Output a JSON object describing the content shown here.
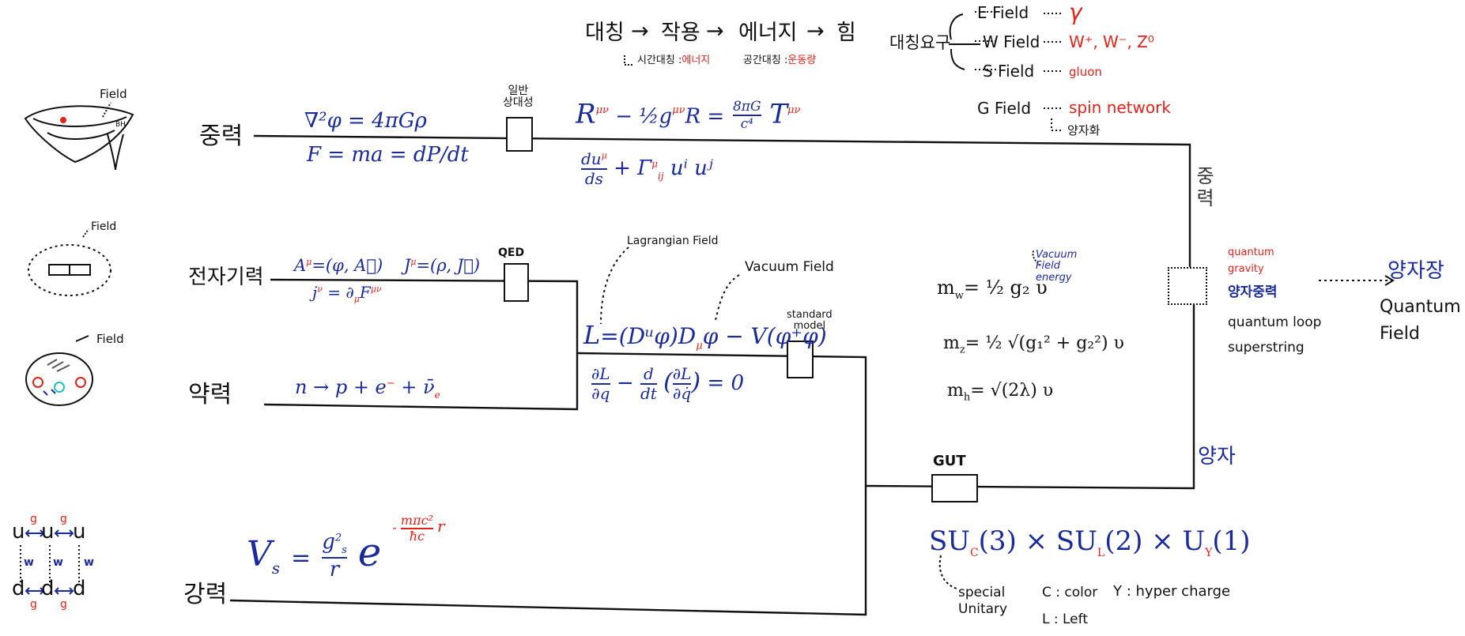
{
  "top_chain": {
    "items": [
      "대칭",
      "작용",
      "에너지",
      "힘"
    ],
    "arrow": "→",
    "note_time": "시간대칭 :",
    "note_time_red": "에너지",
    "note_space": "공간대칭 :",
    "note_space_red": "운동량"
  },
  "symmetry_req": {
    "label": "대칭요구",
    "fields": [
      {
        "name": "E  Field",
        "result": "γ",
        "color": "#e0231c"
      },
      {
        "name": "W  Field",
        "result": "W⁺, W⁻, Z⁰",
        "color": "#e0231c"
      },
      {
        "name": "S  Field",
        "result": "gluon",
        "color": "#e0231c"
      },
      {
        "name": "G  Field",
        "result": "spin network",
        "color": "#e0231c"
      }
    ],
    "quantization_note": "양자화"
  },
  "forces": {
    "gravity": "중력",
    "em": "전자기력",
    "weak": "약력",
    "strong": "강력"
  },
  "sketch_labels": {
    "field1": "Field",
    "bh": "BH",
    "field2": "Field",
    "field3": "Field"
  },
  "quark_diagram": {
    "u": "u",
    "d": "d",
    "g": "g",
    "w": "w"
  },
  "gravity_eqs": {
    "poisson": "∇²φ = 4πGρ",
    "newton": "F = ma = dP/dt",
    "einstein_lhs": "R",
    "einstein_sup": "μν",
    "einstein_mid": " − ½g",
    "einstein_mid_sup": "μν",
    "einstein_R": "R =",
    "einstein_frac_num": "8πG",
    "einstein_frac_den": "c⁴",
    "einstein_T": "T",
    "einstein_T_sup": "μν",
    "geodesic": "du",
    "geodesic_sup": "μ",
    "geodesic_den": "ds",
    "geodesic_rest": "+ Γ",
    "geodesic_rest_sup": "μ",
    "geodesic_rest_sub": "ij",
    "geodesic_tail": "uⁱ uʲ"
  },
  "boxes": {
    "gr": "일반\n상대성",
    "qed": "QED",
    "sm": "standard\nmodel",
    "gut": "GUT"
  },
  "em_eqs": {
    "A": "A",
    "A_sup": "μ",
    "A_rest": "=(φ, A⃗)",
    "J": "J",
    "J_sup": "μ",
    "J_rest": "=(ρ, J⃗)",
    "j": "j",
    "j_sup": "ν",
    "j_rest": " = ∂",
    "j_rest_sub": "μ",
    "j_F": "F",
    "j_F_sup": "μν"
  },
  "weak_eq": {
    "lhs": "n → p + e",
    "e_sup": "−",
    "nu": " + ν̄",
    "nu_sub": "e"
  },
  "strong_eq": {
    "V": "V",
    "V_sub": "s",
    "eq": "=",
    "num": "g",
    "num_sup": "2",
    "num_sub": "s",
    "den": "r",
    "e": "e",
    "exp_num": "mπc²",
    "exp_den": "ħc",
    "exp_r": "r",
    "exp_minus": "-"
  },
  "lagrangian": {
    "note_lagr": "Lagrangian Field",
    "note_vac": "Vacuum Field",
    "L": "L",
    "expr": "=(Dᵘφ)D",
    "expr_sub": "μ",
    "expr_tail": "φ − V(φ⁺φ)",
    "el_lhs_num": "∂L",
    "el_lhs_den": "∂q",
    "el_mid": "−",
    "el_d_num": "d",
    "el_d_den": "dt",
    "el_paren_num": "∂L",
    "el_paren_den": "∂q̇",
    "el_rhs": "= 0"
  },
  "masses": {
    "mw": "m",
    "mw_sub": "w",
    "mw_rhs": "= ½ g₂ υ",
    "vac_note": "Vacuum\nField\nenergy",
    "mz": "m",
    "mz_sub": "z",
    "mz_rhs": "= ½ √(g₁² + g₂²)  υ",
    "mh": "m",
    "mh_sub": "h",
    "mh_rhs": "= √(2λ) υ"
  },
  "gut": {
    "su3": "SU",
    "su3_sub": "C",
    "su3_rest": "(3) × SU",
    "su2_sub": "L",
    "su2_rest": "(2) × U",
    "u1_sub": "Y",
    "u1_rest": "(1)",
    "note_special": "special\nUnitary",
    "note_c": "C : color",
    "note_y": "Y : hyper charge",
    "note_l": "L : Left"
  },
  "right_side": {
    "gravity_vertical": "중력",
    "quantum_vertical": "양자",
    "qg1": "quantum",
    "qg2": "gravity",
    "qg_kor": "양자중력",
    "loop": "quantum loop",
    "string": "superstring",
    "qf_kor": "양자장",
    "qf1": "Quantum",
    "qf2": "Field"
  }
}
